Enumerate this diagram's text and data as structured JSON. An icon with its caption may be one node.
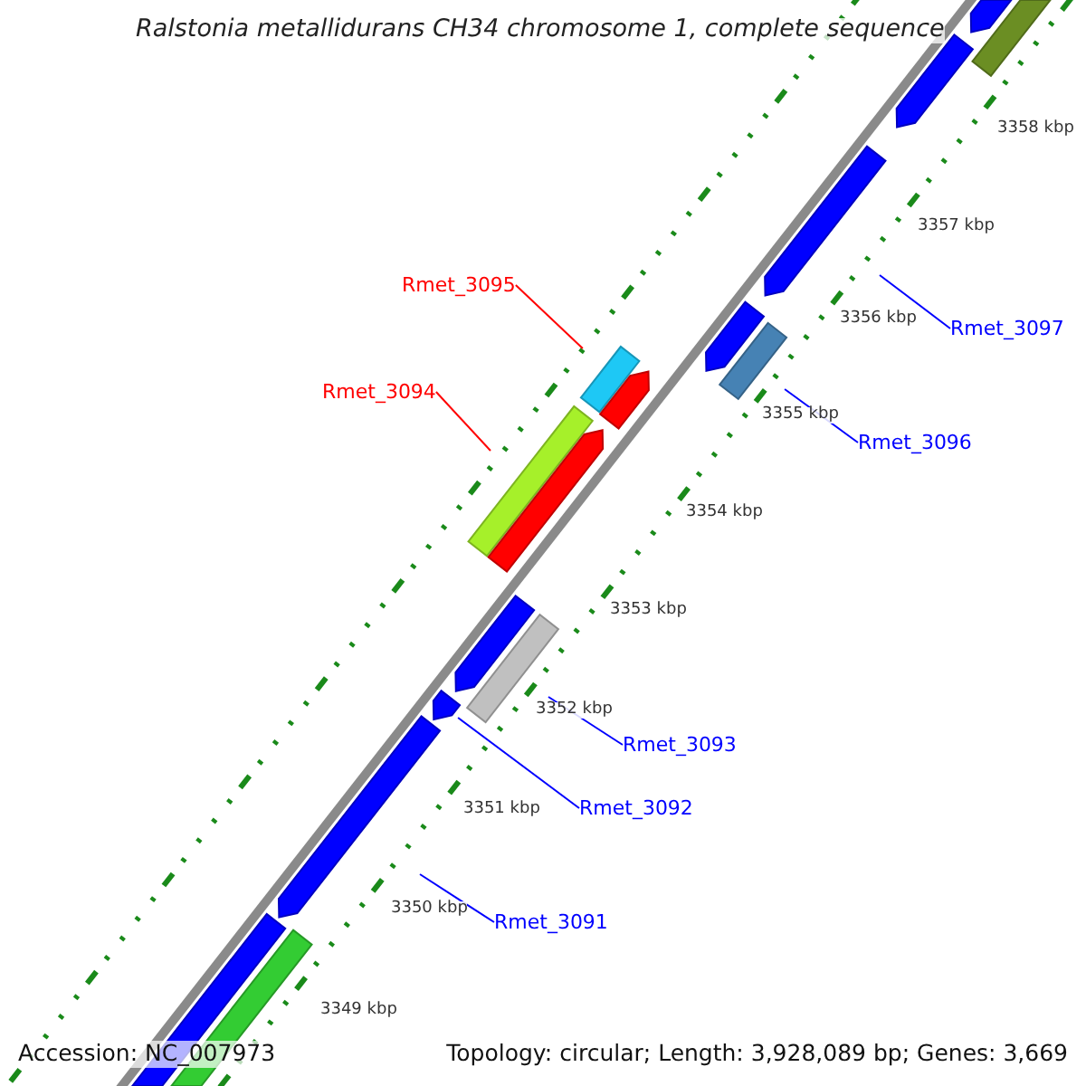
{
  "diagram": {
    "title": "Ralstonia metallidurans CH34 chromosome 1, complete sequence",
    "nodes": [
      {
        "text": [
          "Rmet_3095"
        ]
      },
      {
        "text": [],
        "shape": "bar"
      },
      {
        "text": [
          "Rmet_3094"
        ]
      },
      {
        "text": [],
        "shape": "bar"
      },
      {
        "text": [
          "Rmet_3097"
        ]
      },
      {
        "text": [],
        "shape": "arrow"
      },
      {
        "text": [
          "Rmet_3096"
        ]
      },
      {
        "text": [],
        "shape": "bar"
      },
      {
        "text": [
          "Rmet_3093"
        ]
      },
      {
        "text": [],
        "shape": "bar"
      },
      {
        "text": [
          "Rmet_3092"
        ]
      },
      {
        "text": [],
        "shape": "arrow"
      },
      {
        "text": [
          "Rmet_3091"
        ]
      },
      {
        "text": [],
        "shape": "arrow"
      },
      {
        "text": [],
        "shape": "arrow"
      },
      {
        "text": [],
        "shape": "arrow"
      },
      {
        "text": [],
        "shape": "arrow"
      },
      {
        "text": [],
        "shape": "arrow"
      },
      {
        "text": [],
        "shape": "arrow"
      },
      {
        "text": [],
        "shape": "bar"
      },
      {
        "text": [],
        "shape": "arrow"
      },
      {
        "text": [],
        "shape": "bar"
      },
      {
        "text": [],
        "shape": "bar"
      }
    ],
    "edges": [
      {
        "from": 0,
        "to": 1,
        "arrow": "none",
        "color": "#ff0000"
      },
      {
        "from": 2,
        "to": 3,
        "arrow": "none",
        "color": "#ff0000"
      },
      {
        "from": 4,
        "to": 5,
        "arrow": "none"
      },
      {
        "from": 6,
        "to": 7,
        "arrow": "none"
      },
      {
        "from": 8,
        "to": 9,
        "arrow": "none"
      },
      {
        "from": 10,
        "to": 11,
        "arrow": "none"
      },
      {
        "from": 12,
        "to": 13,
        "arrow": "none"
      }
    ],
    "labels": [
      "3358 kbp",
      "3357 kbp",
      "3356 kbp",
      "3355 kbp",
      "3354 kbp",
      "3353 kbp",
      "3352 kbp",
      "3351 kbp",
      "3350 kbp",
      "3349 kbp",
      "Accession: NC_007973",
      "Topology: circular; Length: 3,928,089 bp; Genes: 3,669"
    ]
  }
}
